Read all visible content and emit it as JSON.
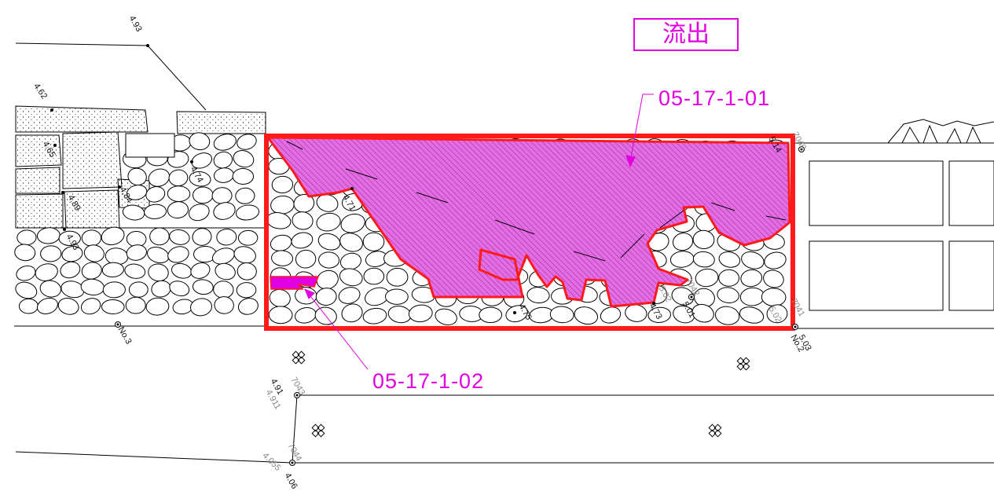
{
  "title_label": "流出",
  "area_labels": {
    "main": "05-17-1-01",
    "small": "05-17-1-02"
  },
  "colors": {
    "highlight": "#e000e0",
    "boundary": "#ff1a1a",
    "linework": "#000000"
  },
  "point_labels": [
    "4.93",
    "4.62",
    "4.65",
    "4.89",
    "4.84",
    "4.74",
    "4.93",
    "4.71",
    "4.75",
    "4.73",
    "5.01",
    "5.14",
    "7040",
    "7041",
    "5.03",
    "5.02",
    "7042",
    "5.02",
    "No.2",
    "No.3",
    "4.91",
    "4.911",
    "7043",
    "7044",
    "4.055",
    "4.06"
  ]
}
